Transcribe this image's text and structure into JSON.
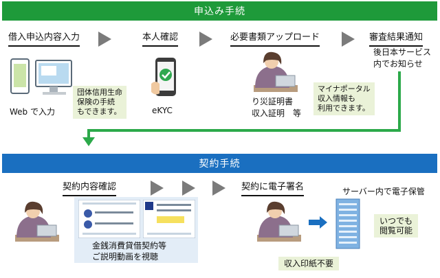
{
  "section1": {
    "title": "申込み手続",
    "steps": [
      "借入申込内容入力",
      "本人確認",
      "必要書類アップロード",
      "審査結果通知"
    ],
    "web_label": "Web で入力",
    "note_insurance": [
      "団体信用生命",
      "保険の手続",
      "もできます。"
    ],
    "ekyc_label": "eKYC",
    "docs_label": [
      "り災証明書",
      "収入証明　等"
    ],
    "note_myna": [
      "マイナポータル",
      "収入情報も",
      "利用できます。"
    ],
    "notify_label": [
      "後日本サービス",
      "内でお知らせ"
    ]
  },
  "section2": {
    "title": "契約手続",
    "steps": [
      "契約内容確認",
      "契約に電子署名"
    ],
    "video_label": [
      "金銭消費貸借契約等",
      "ご説明動画を視聴"
    ],
    "stamp_label": "収入印紙不要",
    "server_label": "サーバー内で電子保管",
    "note_anytime": [
      "いつでも",
      "閲覧可能"
    ]
  },
  "colors": {
    "green": "#1e9a3a",
    "blue": "#1a6fc0",
    "note": "#eaf2d8",
    "arrow": "#7b7b7b"
  }
}
